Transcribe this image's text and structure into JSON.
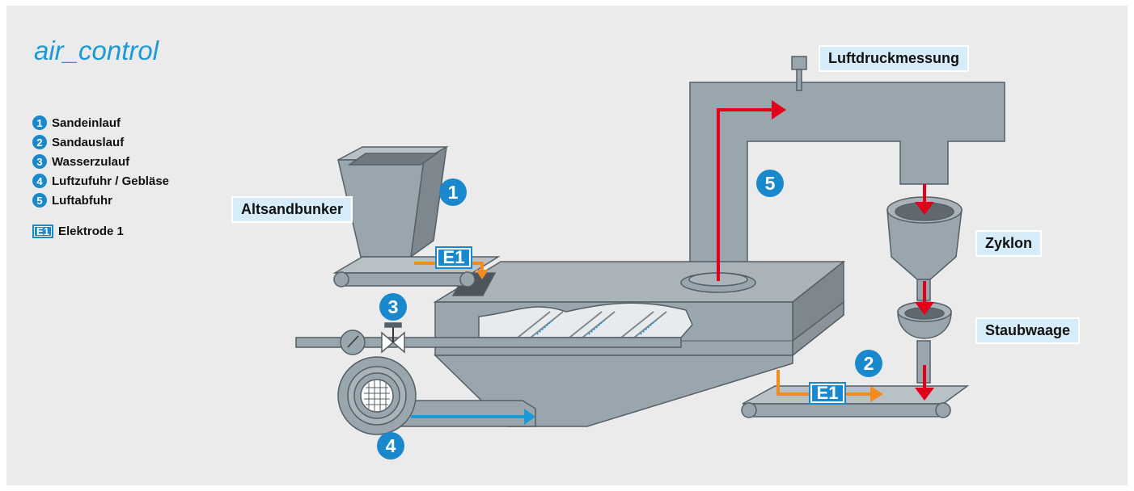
{
  "title": "air_control",
  "legend": {
    "items": [
      {
        "num": "1",
        "label": "Sandeinlauf"
      },
      {
        "num": "2",
        "label": "Sandauslauf"
      },
      {
        "num": "3",
        "label": "Wasserzulauf"
      },
      {
        "num": "4",
        "label": "Luftzufuhr / Gebläse"
      },
      {
        "num": "5",
        "label": "Luftabfuhr"
      }
    ],
    "electrode": {
      "badge": "E1",
      "label": "Elektrode 1"
    }
  },
  "labels": {
    "altsandbunker": "Altsandbunker",
    "luftdruckmessung": "Luftdruckmessung",
    "zyklon": "Zyklon",
    "staubwaage": "Staubwaage"
  },
  "markers": {
    "m1": "1",
    "m2": "2",
    "m3": "3",
    "m4": "4",
    "m5": "5",
    "e1": "E1"
  },
  "colors": {
    "background": "#ebebeb",
    "machine": "#9aa6ad",
    "accent_blue": "#1a88cc",
    "air_out_red": "#e3001b",
    "sand_orange": "#f28c1e",
    "air_in_blue": "#1a9ad6",
    "label_fill": "#d6ecf8"
  }
}
